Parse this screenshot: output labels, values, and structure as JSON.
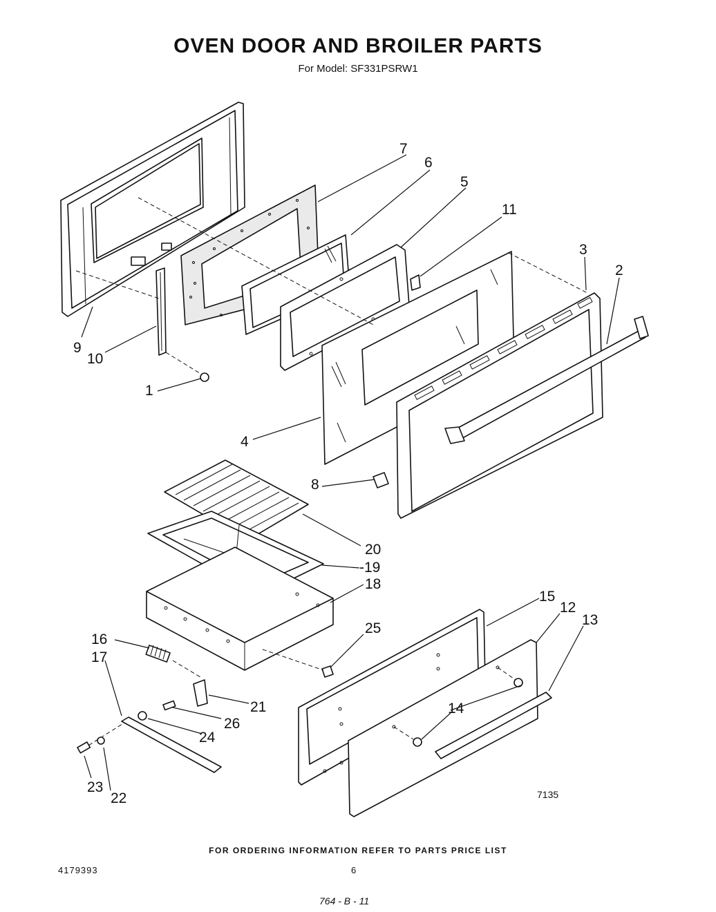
{
  "header": {
    "title": "OVEN DOOR AND BROILER PARTS",
    "subtitle": "For Model: SF331PSRW1"
  },
  "callouts": {
    "c1": "1",
    "c2": "2",
    "c3": "3",
    "c4": "4",
    "c5": "5",
    "c6": "6",
    "c7": "7",
    "c8": "8",
    "c9": "9",
    "c10": "10",
    "c11": "11",
    "c12": "12",
    "c13": "13",
    "c14": "14",
    "c15": "15",
    "c16": "16",
    "c17": "17",
    "c18": "18",
    "c19": "-19",
    "c20": "20",
    "c21": "21",
    "c22": "22",
    "c23": "23",
    "c24": "24",
    "c25": "25",
    "c26": "26"
  },
  "figure_number": "7135",
  "footer": {
    "ordering_note": "FOR ORDERING INFORMATION REFER TO PARTS PRICE LIST",
    "document_number": "4179393",
    "page_number": "6",
    "handwritten_note": "764 - B - 11"
  }
}
